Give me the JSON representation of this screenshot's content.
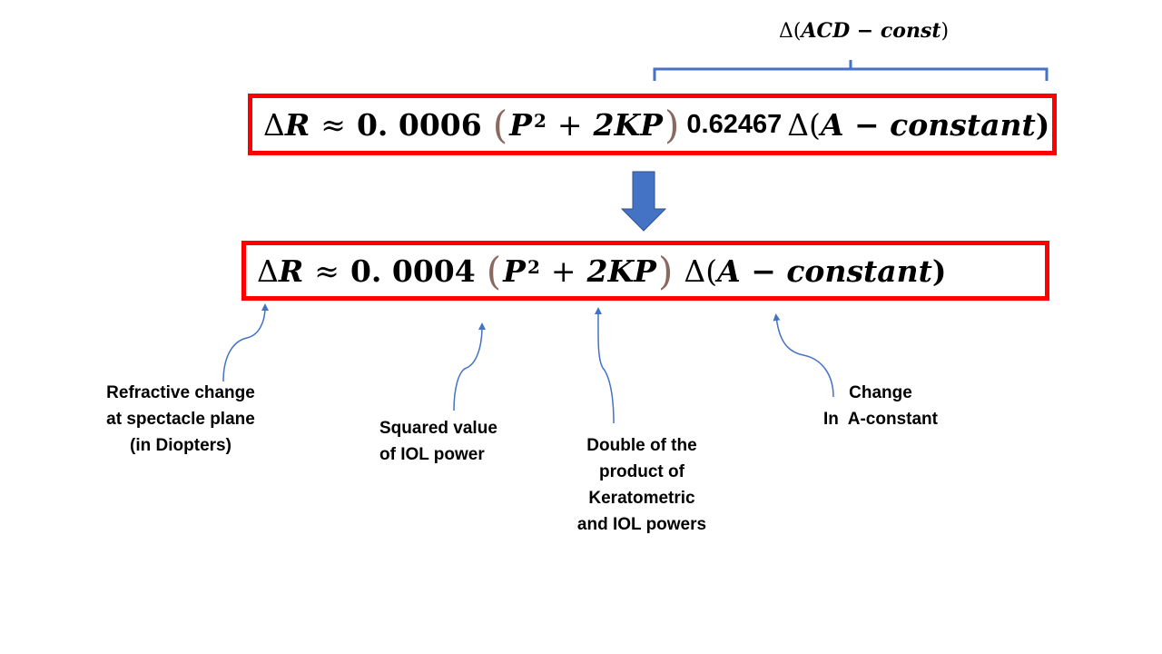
{
  "top_annotation": {
    "delta": "Δ(",
    "expr": "ACD − const",
    "close": ")"
  },
  "equation_1": {
    "lhs": "ΔR",
    "approx": "≈",
    "coef": "0. 0006",
    "p": "P",
    "p_exp": "2",
    "plus": "+",
    "term": "2KP",
    "factor": "0.62467",
    "delta_open": "Δ(",
    "a_const": "A − constant",
    "close": ")"
  },
  "equation_2": {
    "lhs": "ΔR",
    "approx": "≈",
    "coef": "0. 0004",
    "p": "P",
    "p_exp": "2",
    "plus": "+",
    "term": "2KP",
    "delta_open": "Δ(",
    "a_const": "A − constant",
    "close": ")"
  },
  "annotations": [
    {
      "lines": [
        "Refractive change",
        "at spectacle plane",
        "(in Diopters)"
      ]
    },
    {
      "lines": [
        "Squared value",
        "of IOL power"
      ]
    },
    {
      "lines": [
        "Double of the",
        "product of",
        "Keratometric",
        "and IOL powers"
      ]
    },
    {
      "lines": [
        "Change",
        "In  A-constant"
      ]
    }
  ],
  "colors": {
    "box_border": "#ff0000",
    "arrow_fill": "#4472c4",
    "line_color": "#4472c4",
    "paren_color": "#8a6a60"
  }
}
